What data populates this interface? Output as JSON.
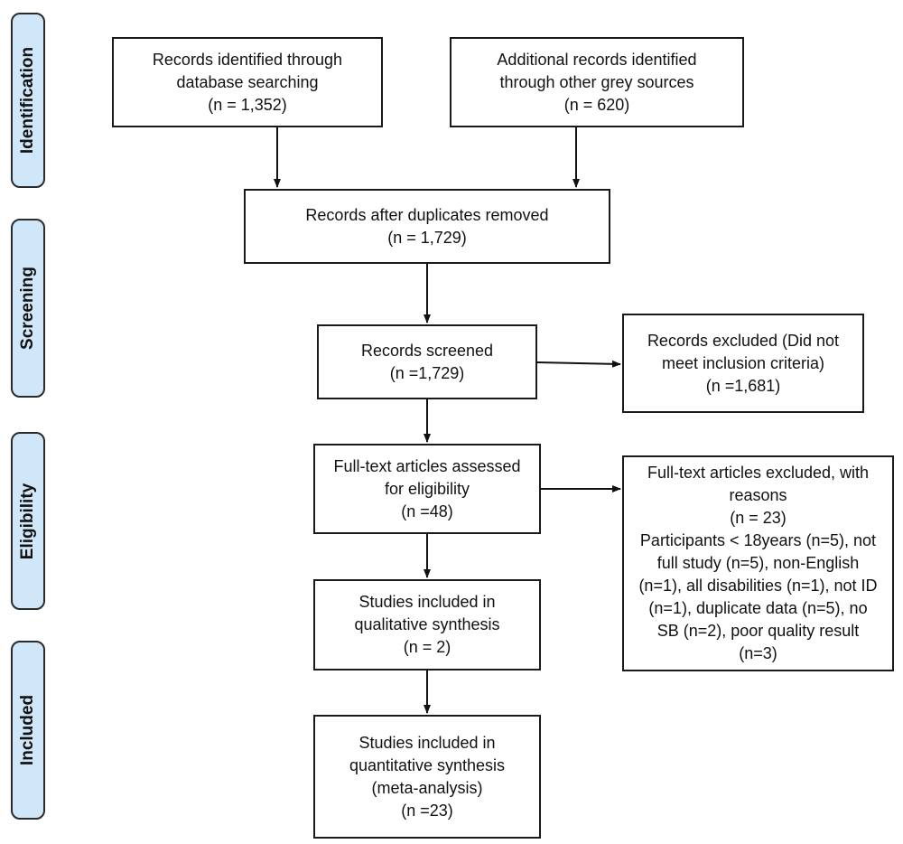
{
  "stages": {
    "identification": "Identification",
    "screening": "Screening",
    "eligibility": "Eligibility",
    "included": "Included"
  },
  "boxes": {
    "database_search": [
      "Records identified through",
      "database searching",
      "(n = 1,352)"
    ],
    "other_sources": [
      "Additional records identified",
      "through other grey sources",
      "(n = 620)"
    ],
    "after_duplicates": [
      "Records after duplicates removed",
      "(n = 1,729)"
    ],
    "screened": [
      "Records screened",
      "(n =1,729)"
    ],
    "excluded": [
      "Records excluded (Did not",
      "meet inclusion criteria)",
      "(n =1,681)"
    ],
    "fulltext_assessed": [
      "Full-text articles assessed",
      "for eligibility",
      "(n =48)"
    ],
    "fulltext_excluded": [
      "Full-text articles excluded, with",
      "reasons",
      "(n = 23)",
      "Participants < 18years (n=5), not",
      "full study (n=5), non-English",
      "(n=1), all disabilities (n=1), not ID",
      "(n=1), duplicate data (n=5), no",
      "SB (n=2), poor quality result",
      "(n=3)"
    ],
    "qualitative": [
      "Studies included in",
      "qualitative synthesis",
      "(n = 2)"
    ],
    "quantitative": [
      "Studies included in",
      "quantitative synthesis",
      "(meta-analysis)",
      "(n =23)"
    ]
  }
}
